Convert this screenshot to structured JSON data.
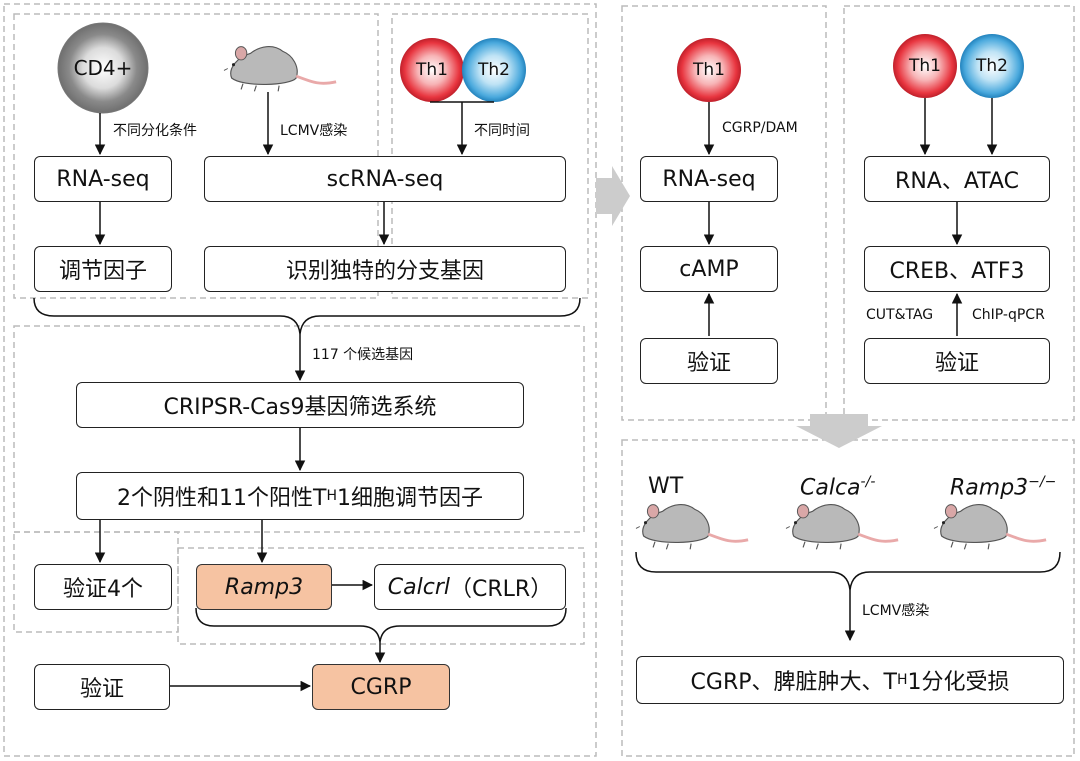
{
  "left": {
    "cells": {
      "cd4": "CD4+",
      "th1": "Th1",
      "th2": "Th2"
    },
    "labels": {
      "conditions": "不同分化条件",
      "lcmv": "LCMV感染",
      "time": "不同时间",
      "candidates": "117 个候选基因"
    },
    "boxes": {
      "rnaseq": "RNA-seq",
      "scrnaseq": "scRNA-seq",
      "regulators": "调节因子",
      "branch_genes": "识别独特的分支基因",
      "crispr": "CRIPSR-Cas9基因筛选系统",
      "regulators13_pre": "2个阴性和11个阳性T",
      "regulators13_sub": "H",
      "regulators13_post": "1细胞调节因子",
      "verify4": "验证4个",
      "ramp3": "Ramp3",
      "calcrl_italic": "Calcrl",
      "calcrl_rest": "（CRLR）",
      "verify": "验证",
      "cgrp": "CGRP"
    }
  },
  "right_top_a": {
    "cell": "Th1",
    "label": "CGRP/DAM",
    "boxes": {
      "rnaseq": "RNA-seq",
      "camp": "cAMP",
      "verify": "验证"
    }
  },
  "right_top_b": {
    "cells": {
      "th1": "Th1",
      "th2": "Th2"
    },
    "labels": {
      "cuttag": "CUT&TAG",
      "chip": "ChIP-qPCR"
    },
    "boxes": {
      "rna_atac": "RNA、ATAC",
      "creb": "CREB、ATF3",
      "verify": "验证"
    }
  },
  "right_bottom": {
    "mice": {
      "wt": "WT",
      "calca": "Calca",
      "calca_sup": "-/-",
      "ramp3": "Ramp3",
      "ramp3_sup": "−/−"
    },
    "label": "LCMV感染",
    "result_pre": "CGRP、脾脏肿大、T",
    "result_sub": "H",
    "result_post": "1分化受损"
  },
  "colors": {
    "orange": "#f6c3a2",
    "th1": "#e8353f",
    "th2": "#4aa9dd",
    "dashed": "#bbbbbb",
    "arrow_grey": "#cccccc"
  }
}
